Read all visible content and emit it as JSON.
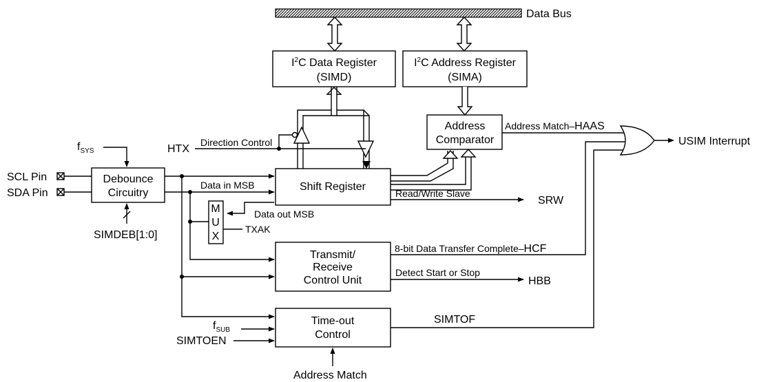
{
  "data_bus": "Data Bus",
  "blocks": {
    "i2c_data_register": {
      "line1_pre": "I",
      "line1_sup": "2",
      "line1_post": "C Data Register",
      "line2": "(SIMD)"
    },
    "i2c_address_register": {
      "line1_pre": "I",
      "line1_sup": "2",
      "line1_post": "C Address Register",
      "line2": "(SIMA)"
    },
    "address_comparator": {
      "line1": "Address",
      "line2": "Comparator"
    },
    "shift_register": {
      "label": "Shift Register"
    },
    "debounce": {
      "line1": "Debounce",
      "line2": "Circuitry"
    },
    "mux": {
      "letters": [
        "M",
        "U",
        "X"
      ]
    },
    "transmit_receive": {
      "line1": "Transmit/",
      "line2": "Receive",
      "line3": "Control Unit"
    },
    "timeout": {
      "line1": "Time-out",
      "line2": "Control"
    }
  },
  "inputs": {
    "fsys_main": "f",
    "fsys_sub": "SYS",
    "scl_pin": "SCL Pin",
    "sda_pin": "SDA Pin",
    "simdeb": "SIMDEB[1:0]",
    "htx": "HTX",
    "fsub_main": "f",
    "fsub_sub": "SUB",
    "simtoen": "SIMTOEN",
    "address_match_bottom": "Address Match"
  },
  "signals": {
    "direction_control": "Direction Control",
    "data_in_msb": "Data in MSB",
    "data_out_msb": "Data out MSB",
    "txak": "TXAK",
    "read_write_slave": "Read/Write Slave",
    "srw": "SRW",
    "address_match_haas_small": "Address Match–",
    "haas": "HAAS",
    "transfer_complete_small": "8-bit Data Transfer Complete–",
    "hcf": "HCF",
    "detect_start_stop": "Detect Start or Stop",
    "hbb": "HBB",
    "simtof": "SIMTOF",
    "usim_interrupt": "USIM Interrupt"
  }
}
